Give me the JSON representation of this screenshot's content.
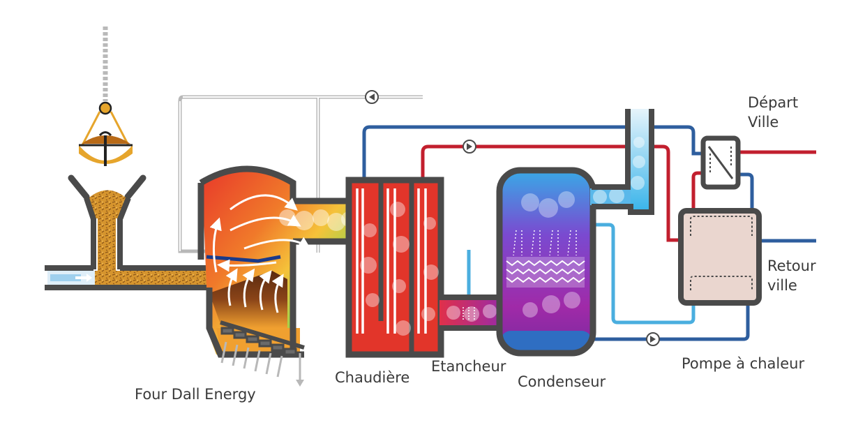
{
  "labels": {
    "four": "Four Dall Energy",
    "chaudiere": "Chaudière",
    "etancheur": "Etancheur",
    "condenseur": "Condenseur",
    "pompe": "Pompe à chaleur",
    "depart_line1": "Départ",
    "depart_line2": "Ville",
    "retour_line1": "Retour",
    "retour_line2": "ville"
  },
  "colors": {
    "wall": "#4a4a4a",
    "hot_pipe": "#c21f2e",
    "cold_pipe": "#2e5e9e",
    "light_pipe": "#4aaedf",
    "fuel": "#d08a2a",
    "crane": "#e6a52c",
    "pump_box": "#ead6cf"
  },
  "icons": [
    "crane-chain-icon",
    "grab-bucket-icon",
    "circulation-pump-icon",
    "flame-icon",
    "heat-exchanger-icon"
  ]
}
